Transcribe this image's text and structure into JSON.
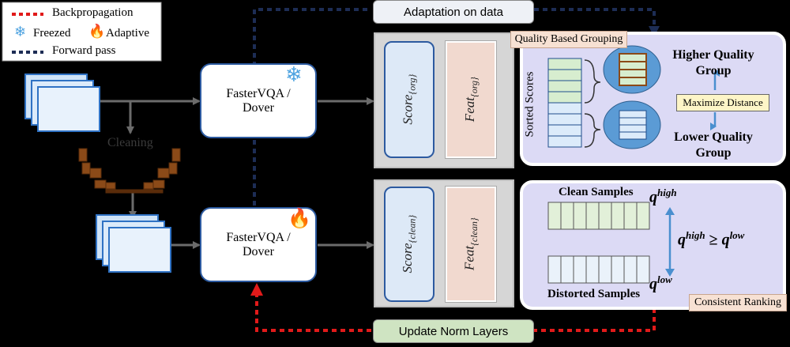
{
  "legend": {
    "backpropagation": "Backpropagation",
    "freezed": "Freezed",
    "adaptive": "Adaptive",
    "forward_pass": "Forward pass"
  },
  "flow": {
    "cleaning": "Cleaning",
    "adaptation_on_data": "Adaptation on data",
    "update_norm_layers": "Update Norm Layers"
  },
  "models": {
    "frozen": {
      "line1": "FasterVQA /",
      "line2": "Dover",
      "icon": "snowflake-icon"
    },
    "adaptive": {
      "line1": "FasterVQA /",
      "line2": "Dover",
      "icon": "flame-icon"
    }
  },
  "features": {
    "org": {
      "score_base": "Score",
      "score_sub": "{org}",
      "feat_base": "Feat",
      "feat_sub": "{org}"
    },
    "clean": {
      "score_base": "Score",
      "score_sub": "{clean}",
      "feat_base": "Feat",
      "feat_sub": "{clean}"
    }
  },
  "grouping": {
    "title": "Quality Based Grouping",
    "sorted_scores": "Sorted Scores",
    "higher_line1": "Higher Quality",
    "higher_line2": "Group",
    "maximize_distance": "Maximize Distance",
    "lower_line1": "Lower Quality",
    "lower_line2": "Group"
  },
  "ranking": {
    "title": "Consistent Ranking",
    "clean_samples": "Clean Samples",
    "distorted_samples": "Distorted Samples",
    "q_base": "q",
    "high_sup": "high",
    "low_sup": "low",
    "relation": " ≥ "
  },
  "colors": {
    "backprop": "#e11a1a",
    "forward_pass": "#1d2d55",
    "model_border": "#2c5aa0",
    "score_fill": "#dde9f7",
    "feat_fill": "#f1d9cf",
    "panel_fill": "#dcdaf5",
    "update_norm_fill": "#cfe4c2"
  }
}
